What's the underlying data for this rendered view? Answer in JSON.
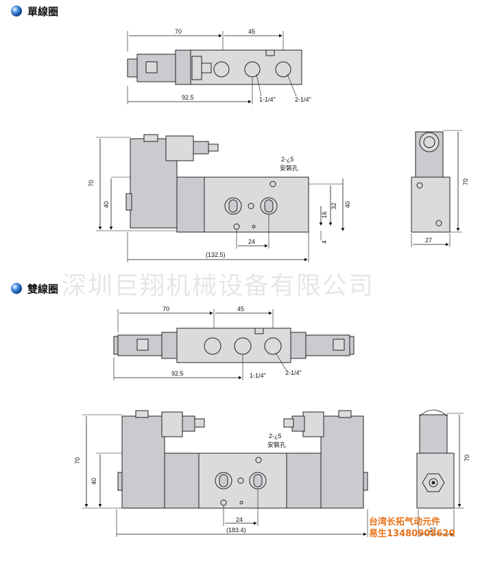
{
  "sections": {
    "single": {
      "heading": "單線圈",
      "top_view": {
        "dim_a": "70",
        "dim_b": "45",
        "dim_total": "92.5",
        "port1": "1-1/4\"",
        "port2": "2-1/4\""
      },
      "front_view": {
        "height_total": "70",
        "height_body": "40",
        "mount_label": "2-¿5",
        "mount_hole": "安裝孔",
        "dim_32": "32",
        "dim_40": "40",
        "dim_16": "16",
        "dim_4": "4",
        "dim_24": "24",
        "length": "(132.5)"
      },
      "side_view": {
        "height": "70",
        "width": "27"
      }
    },
    "double": {
      "heading": "雙線圈",
      "top_view": {
        "dim_a": "70",
        "dim_b": "45",
        "dim_total": "92.5",
        "port1": "1-1/4\"",
        "port2": "2-1/4\""
      },
      "front_view": {
        "height_total": "70",
        "height_body": "40",
        "mount_label": "2-¿5",
        "mount_hole": "安裝孔",
        "dim_24": "24",
        "length": "(183.4)"
      },
      "side_view": {
        "height": "70",
        "width": "27"
      }
    }
  },
  "watermark": "深圳巨翔机械设备有限公司",
  "contact": {
    "line1": "台湾长拓气动元件",
    "line2": "易生13480908620"
  },
  "colors": {
    "bullet": "#1f6fd1",
    "body": "#d9dbdd",
    "contact": "#e8731a"
  }
}
